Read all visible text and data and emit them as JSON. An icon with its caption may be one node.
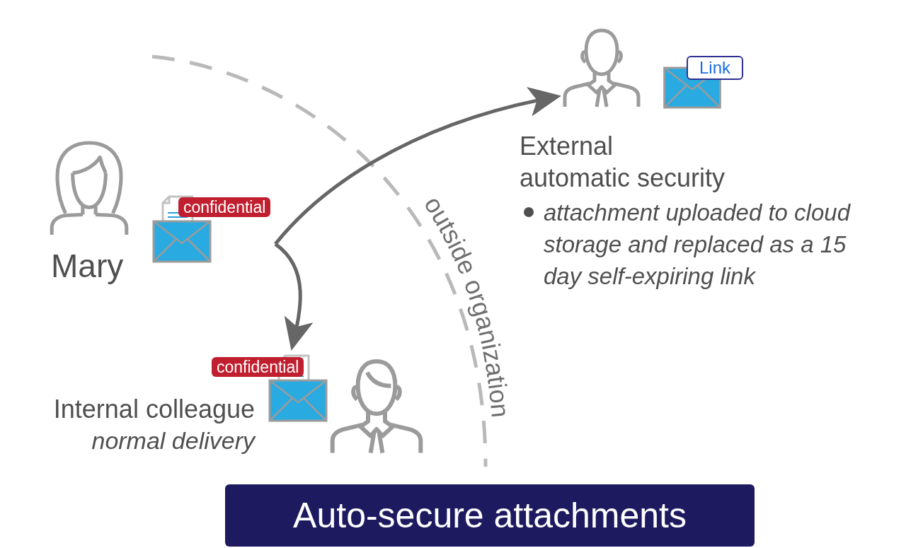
{
  "diagram": {
    "title": "Auto-secure attachments",
    "nodes": [
      {
        "text": [],
        "shape": "person",
        "beside": [
          "Mary"
        ]
      },
      {
        "text": [
          "confidential"
        ]
      },
      {
        "text": [],
        "shape": "person",
        "beside": [
          "External automatic security",
          "attachment uploaded to cloud storage and replaced as a 15 day self-expiring link"
        ]
      },
      {
        "text": [
          "Link"
        ]
      },
      {
        "text": [],
        "shape": "person",
        "beside": [
          "Internal colleague",
          "normal delivery"
        ]
      },
      {
        "text": [
          "confidential"
        ]
      }
    ],
    "edges": [
      {
        "from": 1,
        "to": 2,
        "arrow": "to"
      },
      {
        "from": 1,
        "to": 5,
        "arrow": "to"
      }
    ],
    "labels": [
      "outside organization"
    ]
  }
}
